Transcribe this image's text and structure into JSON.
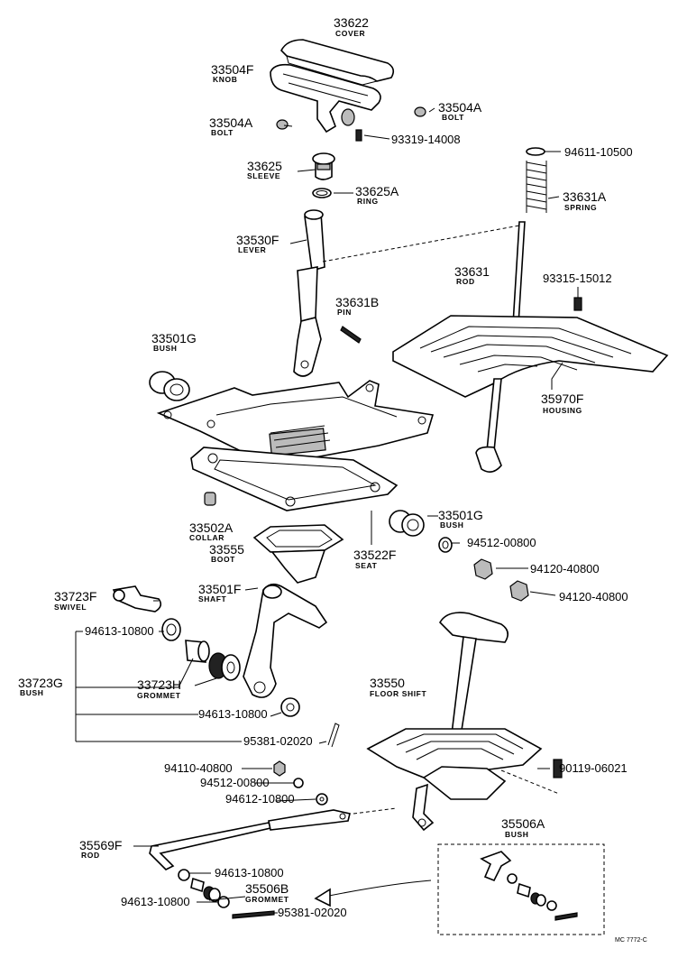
{
  "labels": {
    "l01": {
      "pn": "33622",
      "name": "COVER"
    },
    "l02": {
      "pn": "33504F",
      "name": "KNOB"
    },
    "l03": {
      "pn": "33504A",
      "name": "BOLT"
    },
    "l04": {
      "pn": "33504A",
      "name": "BOLT"
    },
    "l05": {
      "pn": "93319-14008"
    },
    "l06": {
      "pn": "33625",
      "name": "SLEEVE"
    },
    "l07": {
      "pn": "33625A",
      "name": "RING"
    },
    "l08": {
      "pn": "94611-10500"
    },
    "l09": {
      "pn": "33631A",
      "name": "SPRING"
    },
    "l10": {
      "pn": "33530F",
      "name": "LEVER"
    },
    "l11": {
      "pn": "33631",
      "name": "ROD"
    },
    "l12": {
      "pn": "93315-15012"
    },
    "l13": {
      "pn": "33631B",
      "name": "PIN"
    },
    "l14": {
      "pn": "33501G",
      "name": "BUSH"
    },
    "l15": {
      "pn": "35970F",
      "name": "HOUSING"
    },
    "l16": {
      "pn": "33502A",
      "name": "COLLAR"
    },
    "l17": {
      "pn": "33501G",
      "name": "BUSH"
    },
    "l18": {
      "pn": "33555",
      "name": "BOOT"
    },
    "l19": {
      "pn": "33522F",
      "name": "SEAT"
    },
    "l20": {
      "pn": "94512-00800"
    },
    "l21": {
      "pn": "94120-40800"
    },
    "l22": {
      "pn": "94120-40800"
    },
    "l23": {
      "pn": "33723F",
      "name": "SWIVEL"
    },
    "l24": {
      "pn": "33501F",
      "name": "SHAFT"
    },
    "l25": {
      "pn": "94613-10800"
    },
    "l26": {
      "pn": "33723G",
      "name": "BUSH"
    },
    "l27": {
      "pn": "33723H",
      "name": "GROMMET"
    },
    "l28": {
      "pn": "33550",
      "name": "FLOOR SHIFT"
    },
    "l29": {
      "pn": "94613-10800"
    },
    "l30": {
      "pn": "95381-02020"
    },
    "l31": {
      "pn": "94110-40800"
    },
    "l32": {
      "pn": "90119-06021"
    },
    "l33": {
      "pn": "94512-00800"
    },
    "l34": {
      "pn": "94612-10800"
    },
    "l35": {
      "pn": "35506A",
      "name": "BUSH"
    },
    "l36": {
      "pn": "35569F",
      "name": "ROD"
    },
    "l37": {
      "pn": "94613-10800"
    },
    "l38": {
      "pn": "35506B",
      "name": "GROMMET"
    },
    "l39": {
      "pn": "94613-10800"
    },
    "l40": {
      "pn": "95381-02020"
    }
  },
  "drawing_ref": "MC 7772-C"
}
